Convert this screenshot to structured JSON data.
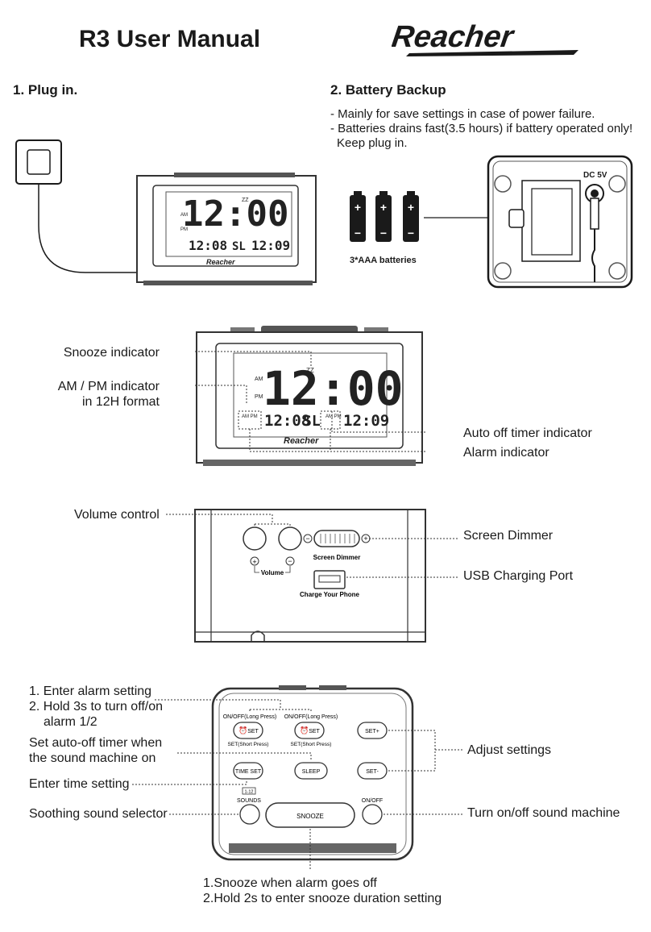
{
  "header": {
    "title": "R3 User Manual",
    "brand": "Reacher"
  },
  "section_plug": {
    "heading": "1. Plug in."
  },
  "section_battery": {
    "heading": "2. Battery Backup",
    "bullets": [
      "- Mainly for save settings in case of power failure.",
      "- Batteries drains fast(3.5 hours) if battery operated only!",
      "Keep plug in."
    ],
    "batteries_caption": "3*AAA batteries",
    "dc_label": "DC 5V"
  },
  "display": {
    "time": "12:00",
    "alarm1_time": "12:08",
    "alarm2_time": "12:09",
    "sleep_glyph": "SL",
    "am": "AM",
    "pm": "PM",
    "ampm": "AM PM",
    "zz": "ZZ",
    "brand": "Reacher"
  },
  "front_labels": {
    "snooze_indicator": "Snooze indicator",
    "ampm_line1": "AM / PM indicator",
    "ampm_line2": "in 12H format",
    "auto_off": "Auto off timer indicator",
    "alarm_indicator": "Alarm indicator"
  },
  "back_labels": {
    "volume_control": "Volume control",
    "screen_dimmer": "Screen Dimmer",
    "usb_port": "USB Charging Port",
    "volume_small": "Volume",
    "dimmer_small": "Screen Dimmer",
    "charge_small": "Charge Your Phone"
  },
  "top_labels": {
    "enter_alarm_1": "1. Enter alarm setting",
    "enter_alarm_2": "2. Hold 3s to turn off/on",
    "enter_alarm_3": "alarm 1/2",
    "auto_off_1": "Set auto-off timer when",
    "auto_off_2": "the sound machine on",
    "enter_time": "Enter time setting",
    "sound_selector": "Soothing sound selector",
    "adjust": "Adjust settings",
    "onoff_machine": "Turn on/off sound machine",
    "snooze_1": "1.Snooze when alarm goes off",
    "snooze_2": "2.Hold 2s to enter snooze duration setting"
  },
  "top_buttons": {
    "onoff_long": "ON/OFF(Long Press)",
    "set_short": "SET(Short Press)",
    "set": "SET",
    "set_plus": "SET+",
    "set_minus": "SET-",
    "time_set": "TIME SET",
    "sleep": "SLEEP",
    "sounds": "SOUNDS",
    "sounds_range": "1-12",
    "snooze": "SNOOZE",
    "onoff": "ON/OFF"
  },
  "colors": {
    "ink": "#1a1a1a",
    "device": "#4a4a4a",
    "lcd": "#222222"
  }
}
